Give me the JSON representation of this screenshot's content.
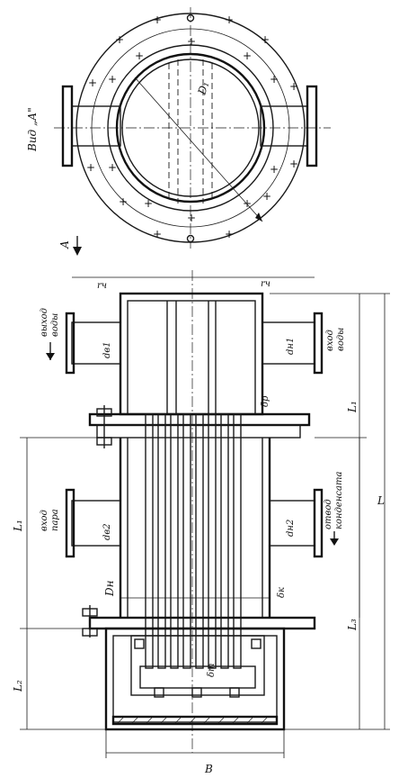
{
  "view_label": "Вид „А\"",
  "view_arrow_label": "А",
  "dims": {
    "D1": "D₁",
    "Dn": "Dн",
    "delta_p": "δр",
    "delta_k": "δк",
    "delta_t": "δт",
    "d_v1": "dв1",
    "d_v2": "dв2",
    "d_n1": "dн1",
    "d_n2": "dн2",
    "L": "L",
    "L1": "L₁",
    "L2": "L₂",
    "L3": "L₃",
    "L1_left": "L₁",
    "B": "В",
    "rch_left": "rч",
    "rch_right": "rч"
  },
  "labels": {
    "water_out": [
      "выход",
      "воды"
    ],
    "water_in": [
      "вход",
      "воды"
    ],
    "steam_in": [
      "вход",
      "пара"
    ],
    "condensate_out": [
      "отвод",
      "конденсата"
    ]
  }
}
